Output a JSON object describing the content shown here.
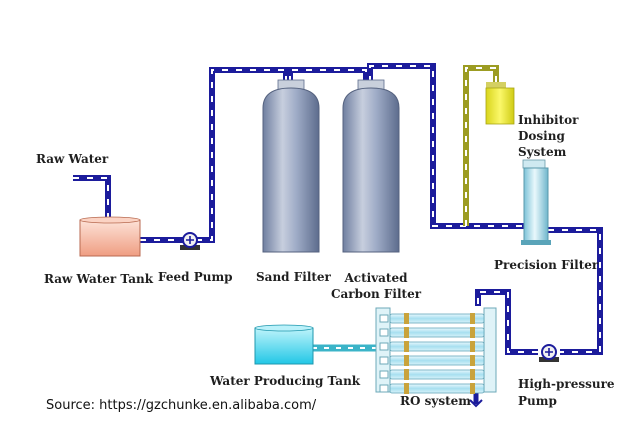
{
  "labels": {
    "raw_water": "Raw Water",
    "raw_water_tank": "Raw Water Tank",
    "feed_pump": "Feed Pump",
    "sand_filter": "Sand Filter",
    "activated_carbon_filter": "Activated Carbon Filter",
    "inhibitor_dosing_system": "Inhibitor Dosing System",
    "precision_filter": "Precision Filter",
    "high_pressure_pump": "High-pressure Pump",
    "ro_system": "RO system",
    "water_producing_tank": "Water Producing Tank"
  },
  "source": "Source: https://gzchunke.en.alibaba.com/",
  "colors": {
    "pipe": "#1c1c9c",
    "pipe_dash": "#ffffff",
    "dosing_pipe": "#9c9c22",
    "vessel": "#8e9bb8",
    "tank_raw": "#f3a98c",
    "tank_product": "#3fd6ee",
    "inhibitor": "#f0ec34",
    "membrane": "#bfe9f5"
  }
}
